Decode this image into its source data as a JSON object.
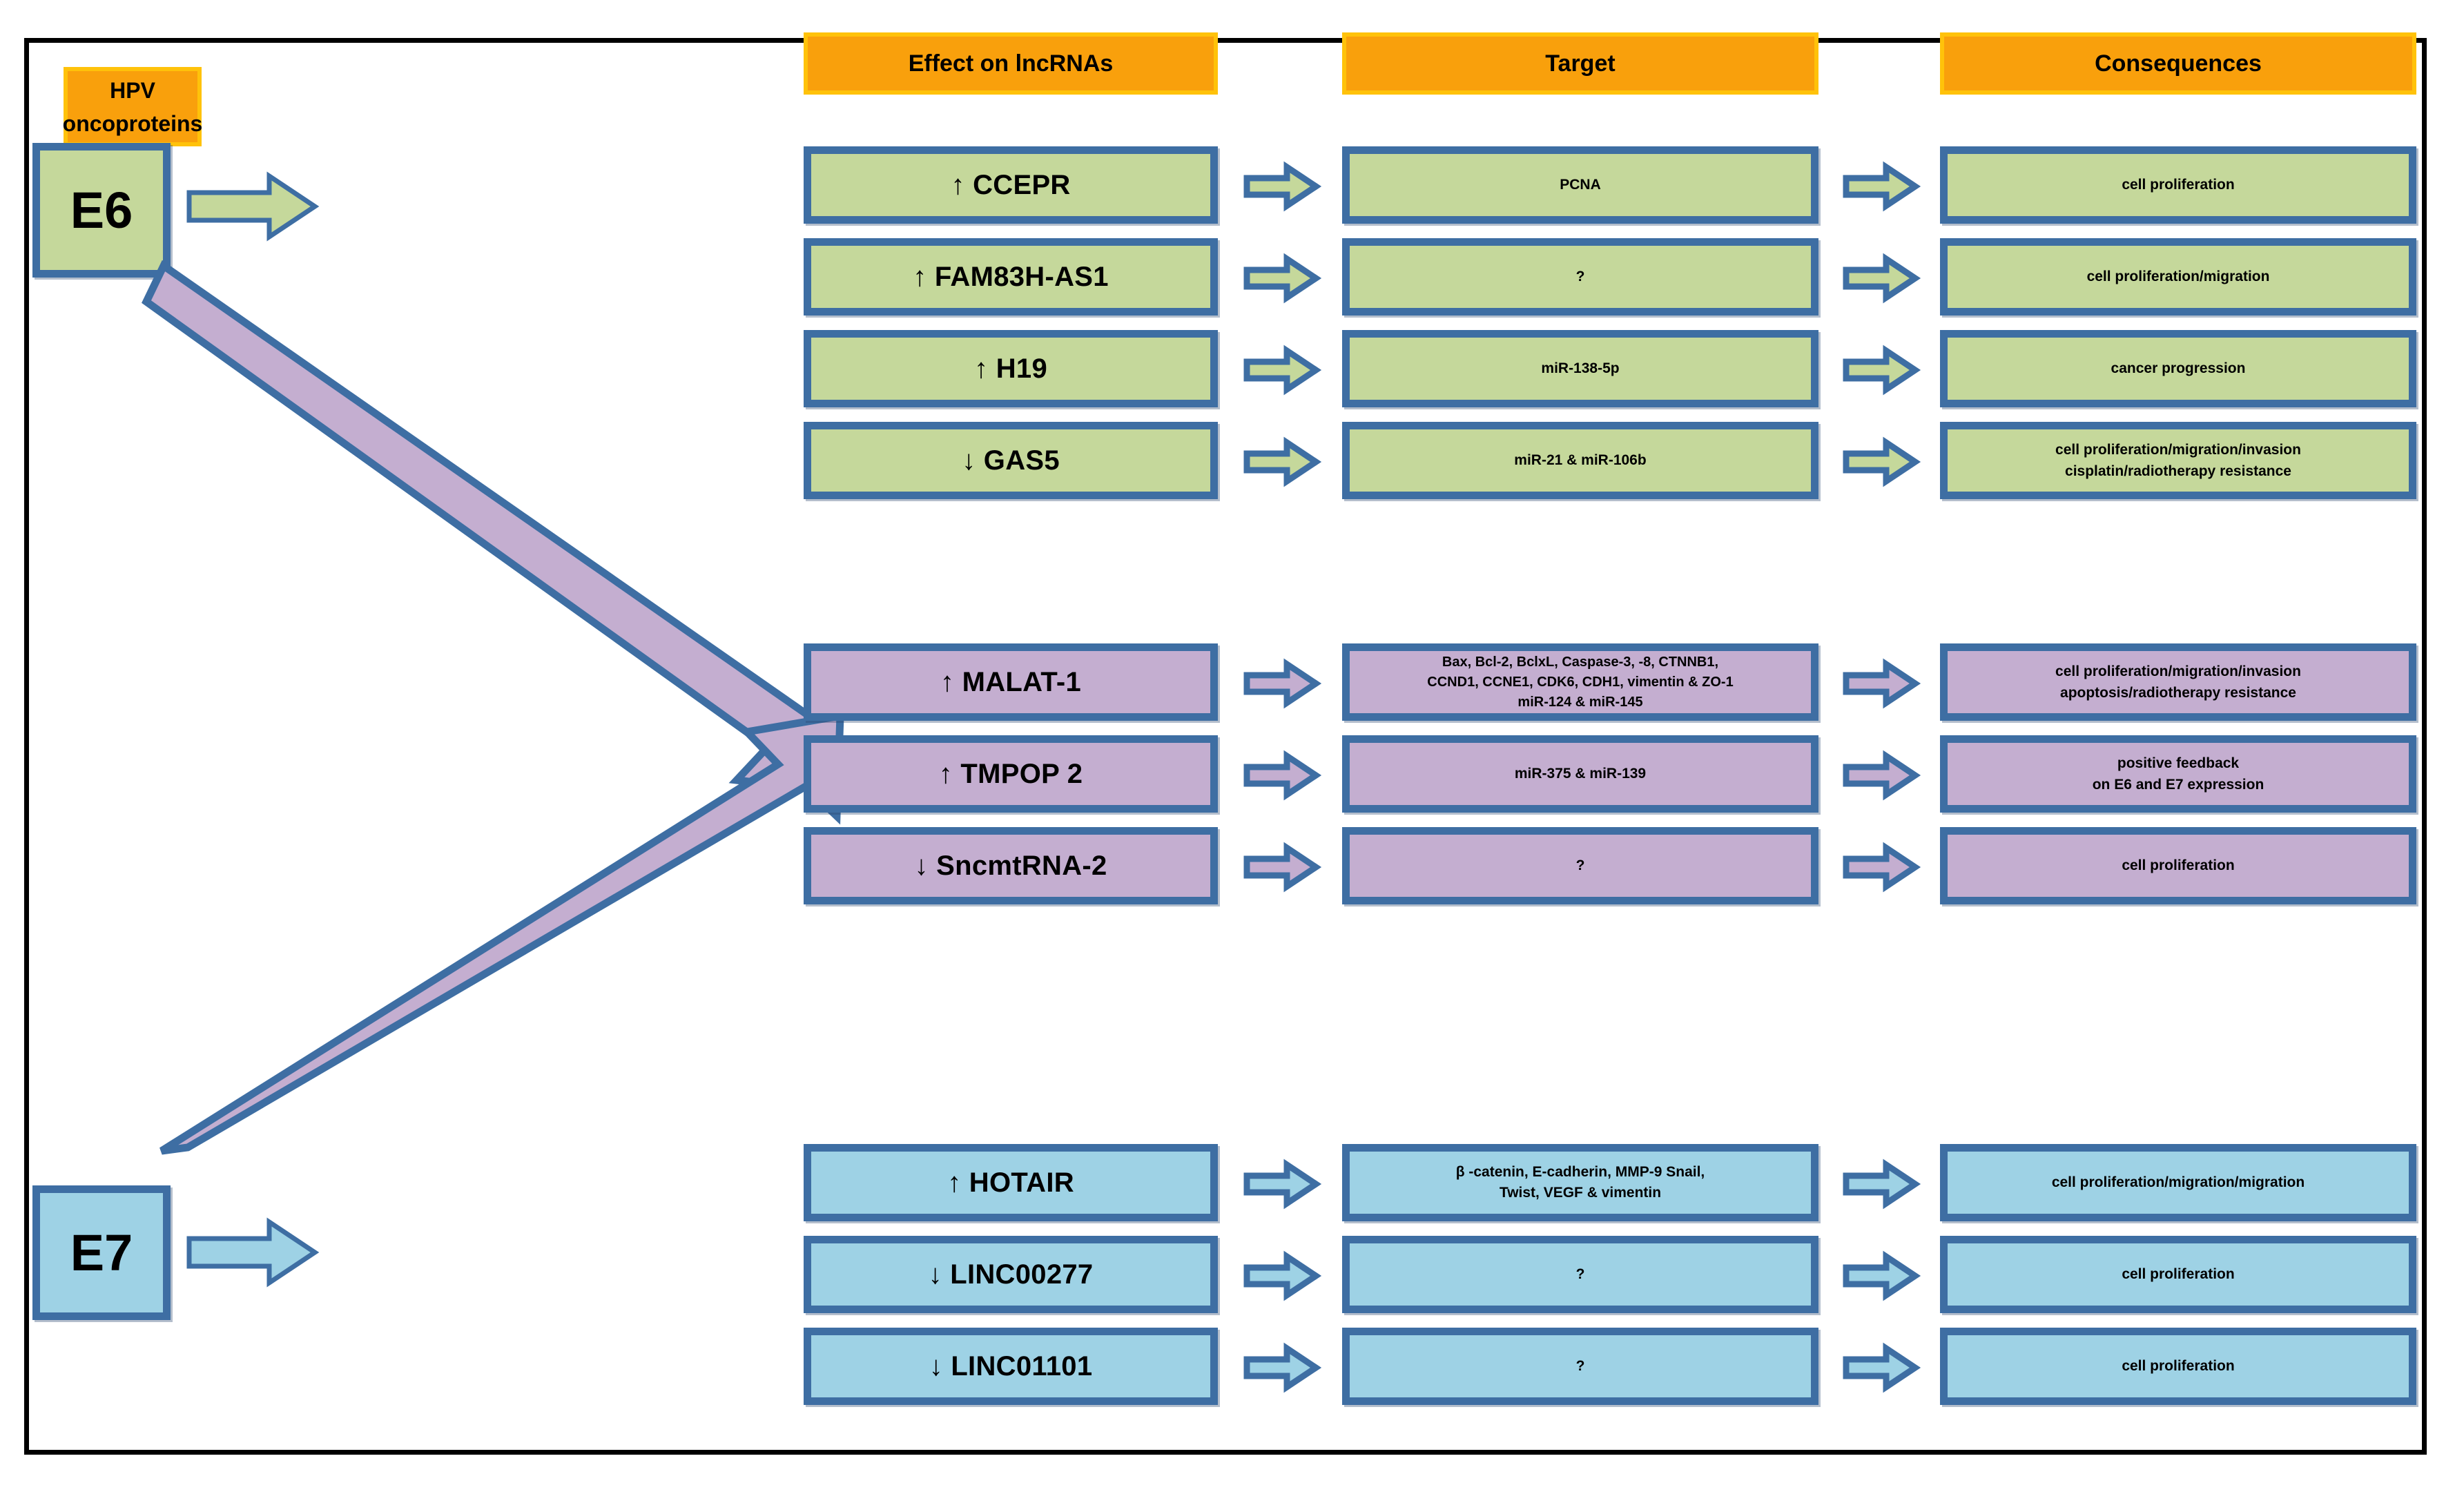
{
  "diagram": {
    "source_box": {
      "label": "HPV\noncoproteins"
    },
    "oncoproteins": [
      {
        "name": "E6",
        "color": "#c5d89b"
      },
      {
        "name": "E7",
        "color": "#9ed2e5"
      }
    ],
    "column_headers": [
      {
        "label": "Effect on lncRNAs"
      },
      {
        "label": "Target"
      },
      {
        "label": "Consequences"
      }
    ],
    "groups": [
      {
        "id": "e6-green",
        "theme": "green",
        "fill": "#c5d89b",
        "driver": "E6",
        "rows": [
          {
            "lncrna": "↑ CCEPR",
            "target": "PCNA",
            "consequence": "cell proliferation"
          },
          {
            "lncrna": "↑ FAM83H-AS1",
            "target": "?",
            "consequence": "cell proliferation/migration"
          },
          {
            "lncrna": "↑ H19",
            "target": "miR-138-5p",
            "consequence": "cancer progression"
          },
          {
            "lncrna": "↓ GAS5",
            "target": "miR-21 & miR-106b",
            "consequence": "cell proliferation/migration/invasion\ncisplatin/radiotherapy resistance"
          }
        ]
      },
      {
        "id": "e6-e7-purple",
        "theme": "purple",
        "fill": "#c4aed0",
        "driver": "E6 and E7",
        "rows": [
          {
            "lncrna": "↑ MALAT-1",
            "target": "Bax, Bcl-2, BclxL, Caspase-3, -8, CTNNB1,\nCCND1, CCNE1, CDK6, CDH1, vimentin & ZO-1\nmiR-124  & miR-145",
            "consequence": "cell proliferation/migration/invasion\napoptosis/radiotherapy resistance"
          },
          {
            "lncrna": "↑ TMPOP 2",
            "target": "miR-375 & miR-139",
            "consequence": "positive feedback\non E6 and E7 expression"
          },
          {
            "lncrna": "↓ SncmtRNA-2",
            "target": "?",
            "consequence": "cell proliferation"
          }
        ]
      },
      {
        "id": "e7-blue",
        "theme": "blue",
        "fill": "#9ed2e5",
        "driver": "E7",
        "rows": [
          {
            "lncrna": "↑ HOTAIR",
            "target": "β -catenin, E-cadherin, MMP-9 Snail,\nTwist, VEGF & vimentin",
            "consequence": "cell proliferation/migration/migration"
          },
          {
            "lncrna": "↓ LINC00277",
            "target": "?",
            "consequence": "cell proliferation"
          },
          {
            "lncrna": "↓ LINC01101",
            "target": "?",
            "consequence": "cell proliferation"
          }
        ]
      }
    ],
    "colors": {
      "orange_fill": "#f9a00c",
      "orange_border": "#ffc20a",
      "node_border": "#3e6ea3",
      "green": "#c5d89b",
      "purple": "#c4aed0",
      "blue": "#9ed2e5",
      "frame": "#000000"
    }
  }
}
